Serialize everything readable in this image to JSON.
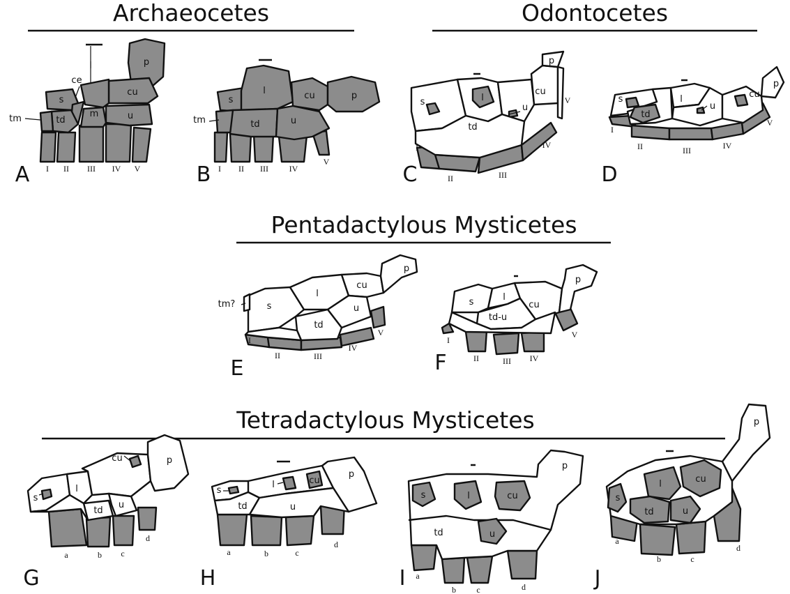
{
  "sections": {
    "archaeocetes": "Archaeocetes",
    "odontocetes": "Odontocetes",
    "pentadactylous": "Pentadactylous Mysticetes",
    "tetradactylous": "Tetradactylous Mysticetes"
  },
  "panel_labels": [
    "A",
    "B",
    "C",
    "D",
    "E",
    "F",
    "G",
    "H",
    "I",
    "J"
  ],
  "bones": {
    "pisiform": "p",
    "cuneiform": "cu",
    "lunate": "l",
    "ulnare": "u",
    "scaphoid": "s",
    "trapezoid": "td",
    "trapezium": "tm",
    "trapezium_uncertain": "tm?",
    "magnum": "m",
    "centrale": "ce",
    "fused_td_u": "td-u"
  },
  "digits_roman": [
    "I",
    "II",
    "III",
    "IV",
    "V"
  ],
  "digits_letter": [
    "a",
    "b",
    "c",
    "d"
  ],
  "colors": {
    "ossified": "#8c8c8c",
    "cartilage": "#ffffff",
    "outline": "#111111"
  }
}
